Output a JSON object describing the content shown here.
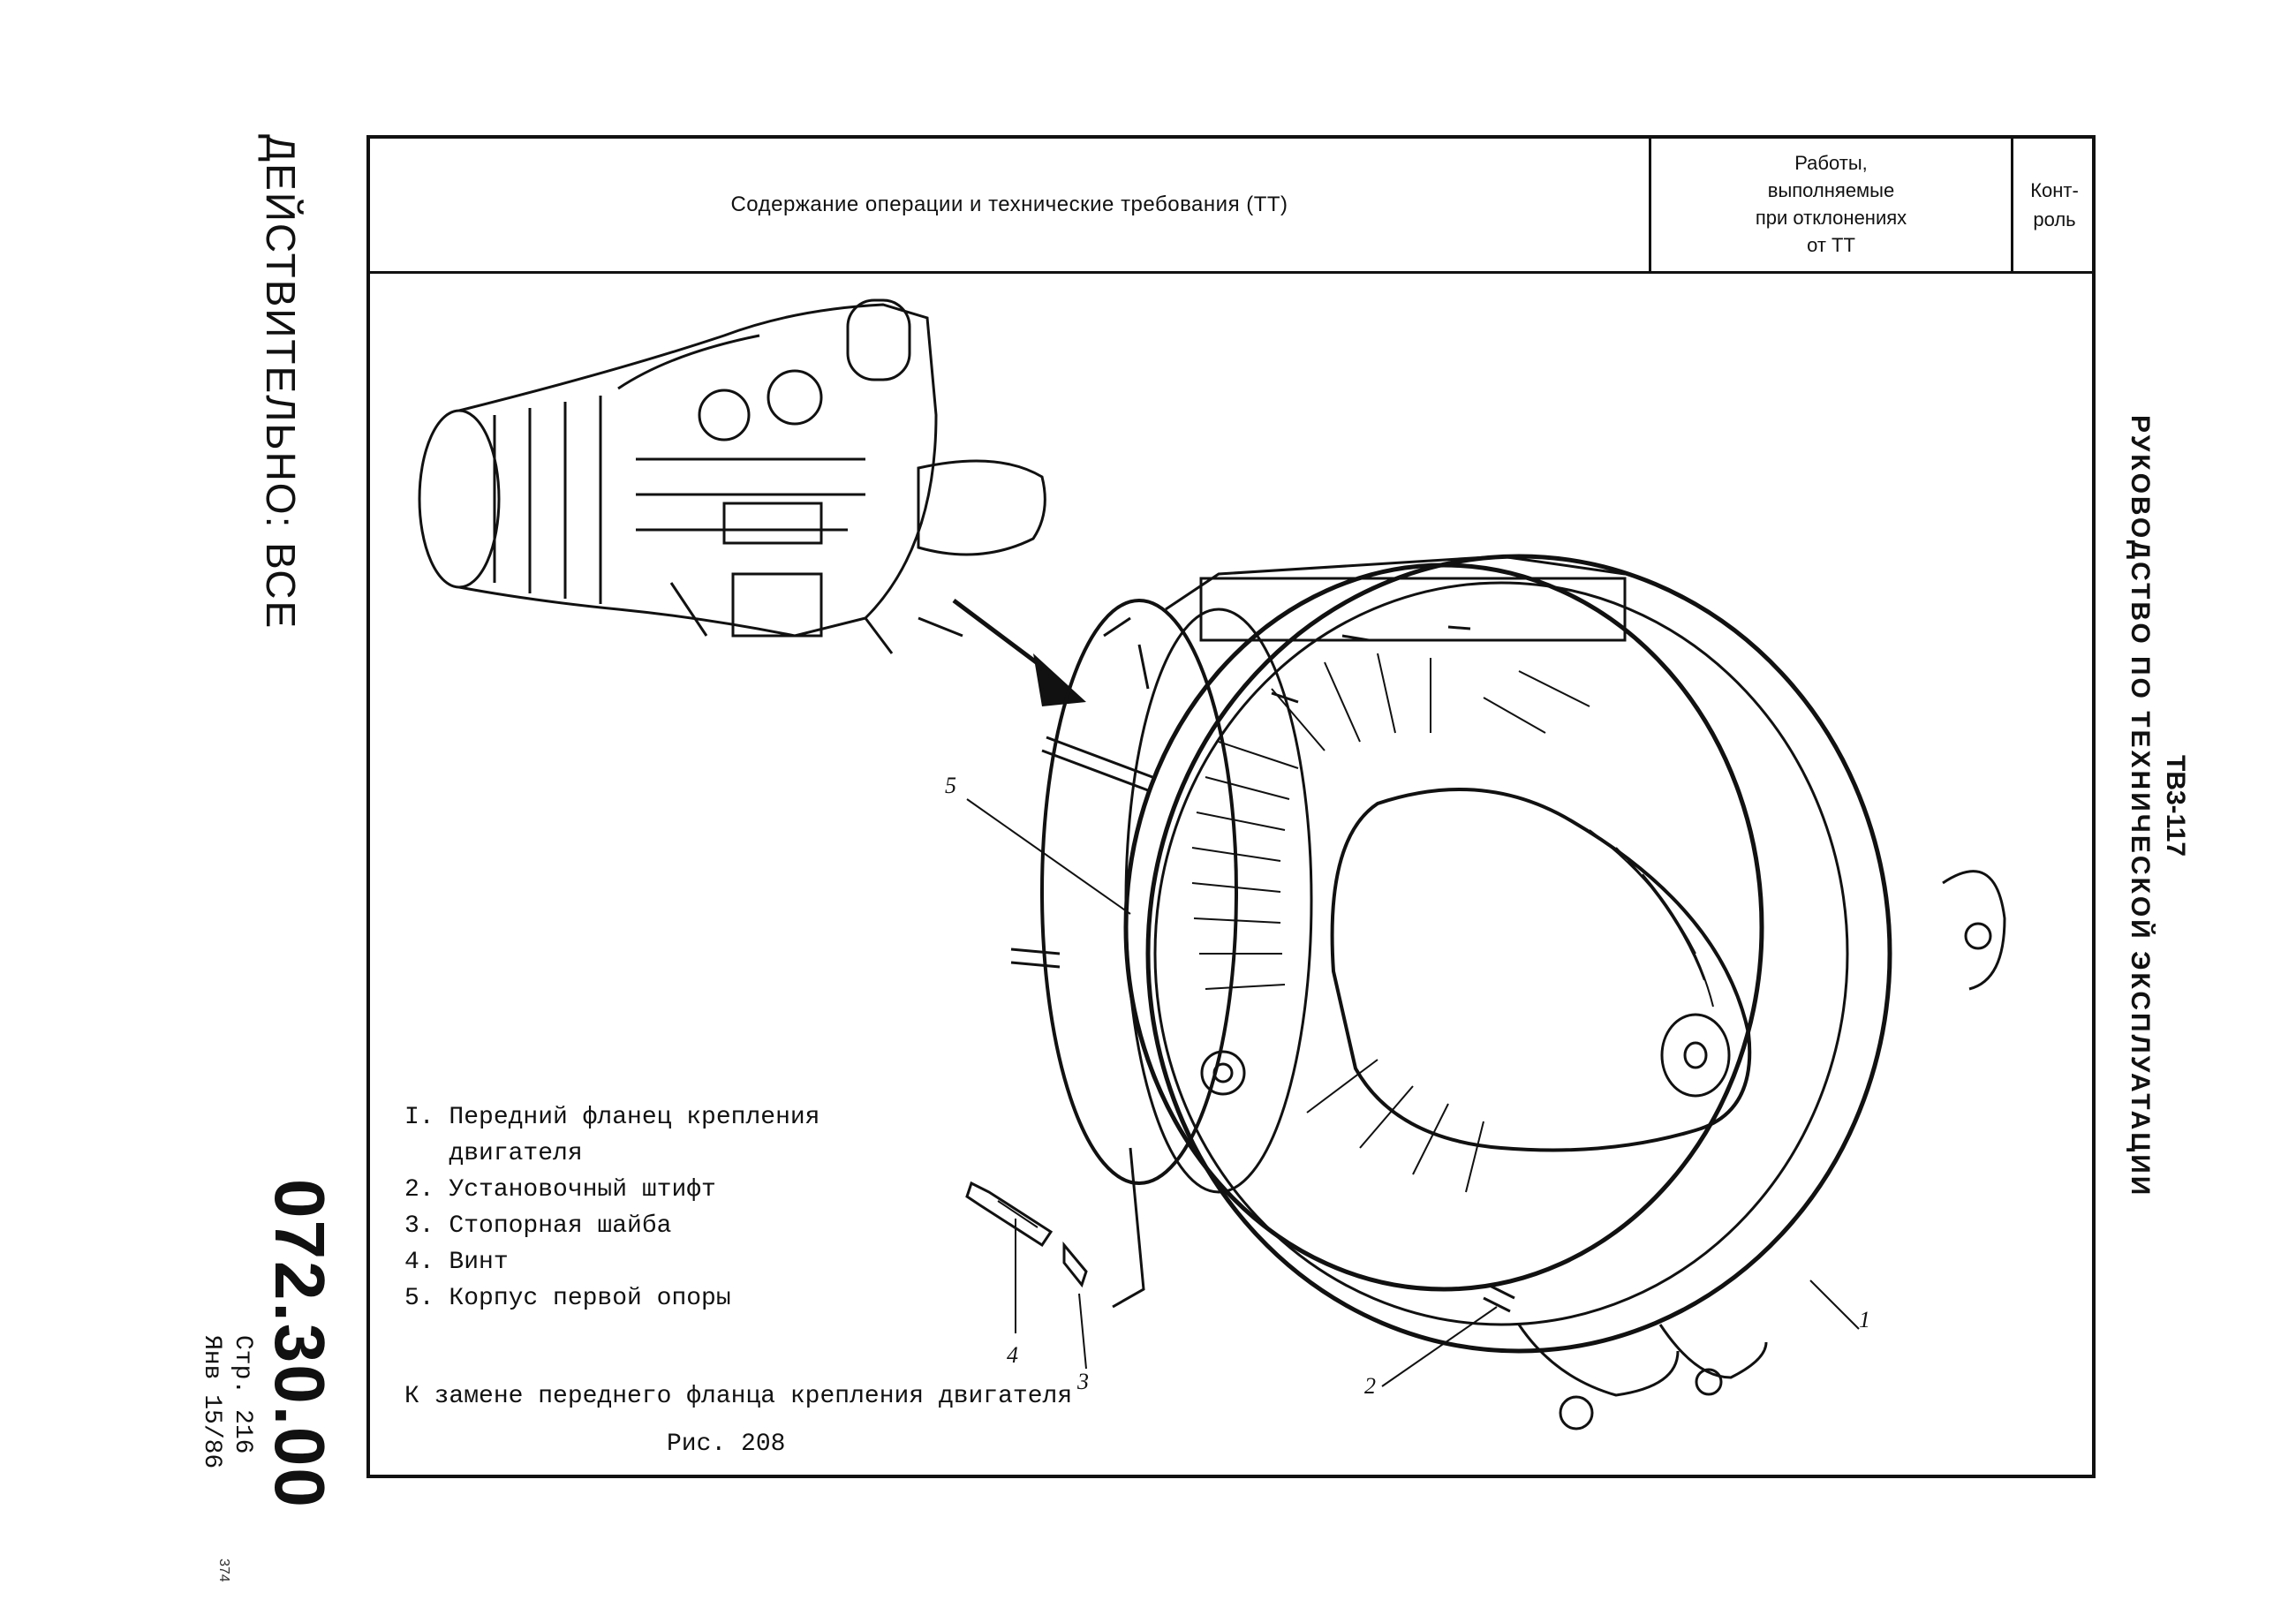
{
  "header": {
    "operation_col": "Содержание операции и технические требования (ТТ)",
    "deviation_col": [
      "Работы,",
      "выполняемые",
      "при отклонениях",
      "от ТТ"
    ],
    "control_col": [
      "Конт-",
      "роль"
    ]
  },
  "side_left": {
    "validity": "ДЕЙСТВИТЕЛЬНО: ВСЕ",
    "doc_code": "072.30.00",
    "page": "Стр. 216",
    "date": "Янв 15/86",
    "scan_mark": "374"
  },
  "side_right": {
    "engine": "ТВ3-117",
    "manual": "РУКОВОДСТВО ПО ТЕХНИЧЕСКОЙ ЭКСПЛУАТАЦИИ"
  },
  "legend": [
    "I. Передний фланец крепления",
    "   двигателя",
    "2. Установочный штифт",
    "3. Стопорная шайба",
    "4. Винт",
    "5. Корпус первой опоры"
  ],
  "callouts": {
    "c1": "1",
    "c2": "2",
    "c3": "3",
    "c4": "4",
    "c5": "5"
  },
  "caption": "К замене переднего фланца крепления двигателя",
  "figure_label": "Рис. 208"
}
